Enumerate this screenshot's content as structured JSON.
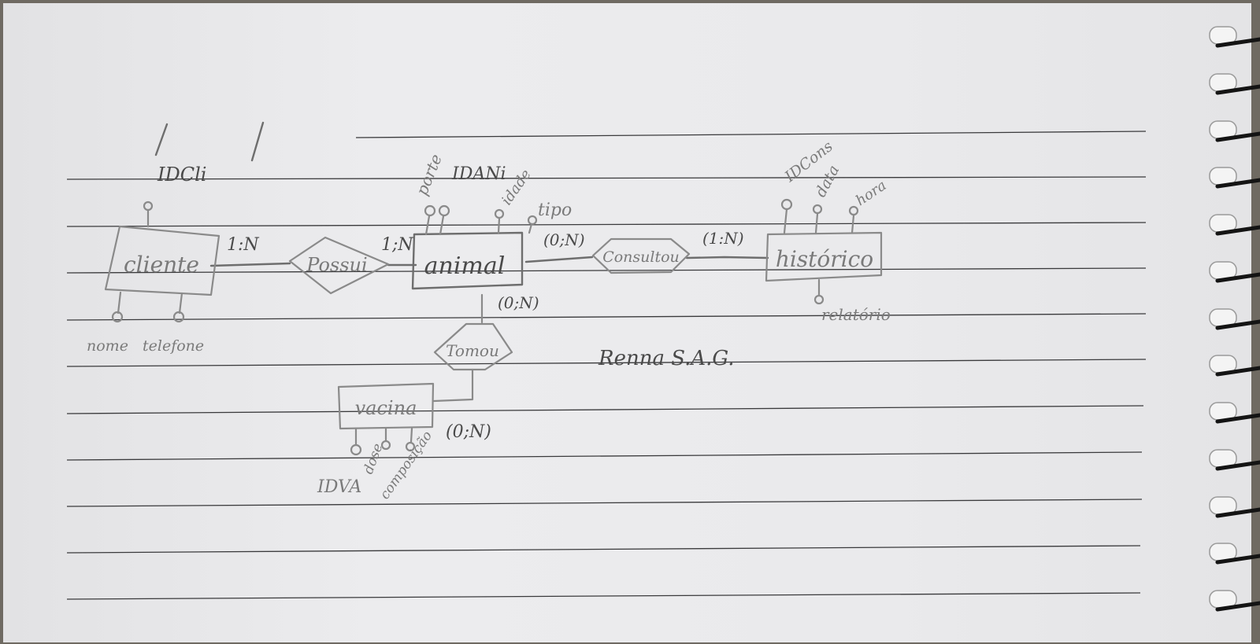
{
  "entities": {
    "cliente": "cliente",
    "animal": "animal",
    "historico": "histórico",
    "vacina": "vacina"
  },
  "relationships": {
    "possui": "Possui",
    "consultou": "Consultou",
    "tomou": "Tomou"
  },
  "cardinalities": {
    "cliente_possui": "1:N",
    "possui_animal": "1;N",
    "animal_consultou": "(0;N)",
    "consultou_historico": "(1:N)",
    "animal_tomou": "(0;N)",
    "tomou_vacina": "(0;N)"
  },
  "attributes": {
    "cliente": [
      "IDCli",
      "nome",
      "telefone"
    ],
    "animal": [
      "porte",
      "IDANi",
      "idade",
      "tipo"
    ],
    "historico": [
      "IDCons",
      "data",
      "hora",
      "relatório"
    ],
    "vacina": [
      "IDVA",
      "dose",
      "composição"
    ]
  },
  "signature": "Renna S.A.G.",
  "colors": {
    "paper": "#eaeaec",
    "pencil": "#8a8a8a",
    "ruled_lines": "#3a3a3c"
  }
}
